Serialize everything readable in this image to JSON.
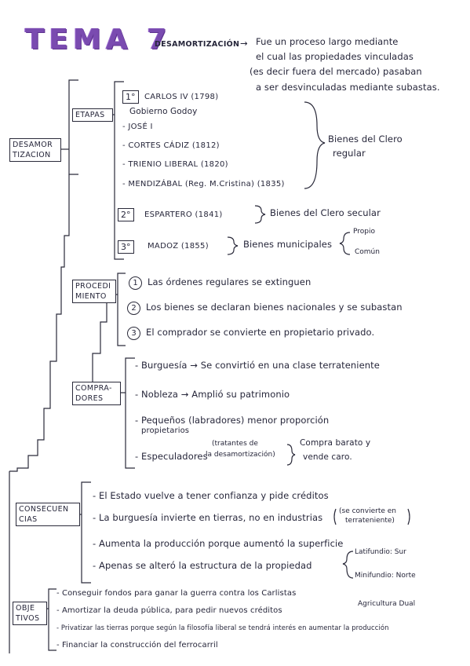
{
  "title": "TEMA 7",
  "header": {
    "term": "DESAMORTIZACIÓN",
    "arrow": "→",
    "definition": [
      "Fue un proceso largo mediante",
      "el cual las propiedades vinculadas",
      "(es decir fuera del mercado) pasaban",
      "a ser desvinculadas mediante subastas."
    ]
  },
  "main_label": [
    "DESAMOR",
    "TIZACION"
  ],
  "etapas": {
    "label": "ETAPAS",
    "stage1": {
      "num": "1°",
      "items": [
        "CARLOS IV (1798)",
        "Gobierno Godoy",
        "- JOSÉ I",
        "- CORTES CÁDIZ (1812)",
        "- TRIENIO LIBERAL (1820)",
        "- MENDIZÁBAL (Reg. M.Cristina) (1835)"
      ],
      "result": [
        "Bienes del Clero",
        "regular"
      ]
    },
    "stage2": {
      "num": "2°",
      "text": "ESPARTERO (1841)",
      "result": "Bienes del Clero secular"
    },
    "stage3": {
      "num": "3°",
      "text": "MADOZ (1855)",
      "result": "Bienes municipales",
      "sub": [
        "Propio",
        "Común"
      ]
    }
  },
  "procedimiento": {
    "label": [
      "PROCEDI",
      "MIENTO"
    ],
    "items": [
      {
        "n": "1",
        "text": "Las órdenes regulares se extinguen"
      },
      {
        "n": "2",
        "text": "Los bienes se declaran bienes nacionales y se subastan"
      },
      {
        "n": "3",
        "text": "El comprador se convierte en propietario privado."
      }
    ]
  },
  "compradores": {
    "label": [
      "COMPRA-",
      "DORES"
    ],
    "items": [
      "- Burguesía → Se convirtió en una clase terrateniente",
      "- Nobleza → Amplió su patrimonio",
      "- Pequeños (labradores) menor proporción",
      "propietarios"
    ],
    "especuladores": {
      "text": "- Especuladores",
      "note": [
        "(tratantes de",
        "la desamortización)"
      ],
      "result": [
        "Compra barato y",
        "vende caro."
      ]
    }
  },
  "consecuencias": {
    "label": [
      "CONSECUEN",
      "CIAS"
    ],
    "items": [
      "- El Estado vuelve a tener confianza y pide créditos",
      "- La burguesía invierte en tierras, no en industrias",
      "- Aumenta la producción porque aumentó la superficie",
      "- Apenas se alteró la estructura de la propiedad"
    ],
    "note2": [
      "(se convierte en",
      "terrateniente)"
    ],
    "estructura": [
      "Latifundio: Sur",
      "Minifundio: Norte"
    ],
    "agricultura": "Agricultura Dual"
  },
  "objetivos": {
    "label": [
      "OBJE",
      "TIVOS"
    ],
    "items": [
      "- Conseguir fondos para ganar la guerra contra los Carlistas",
      "- Amortizar la deuda pública, para pedir nuevos créditos",
      "- Privatizar las tierras porque según la filosofía liberal se tendrá interés en aumentar la producción",
      "- Financiar la construcción del ferrocarril"
    ]
  }
}
